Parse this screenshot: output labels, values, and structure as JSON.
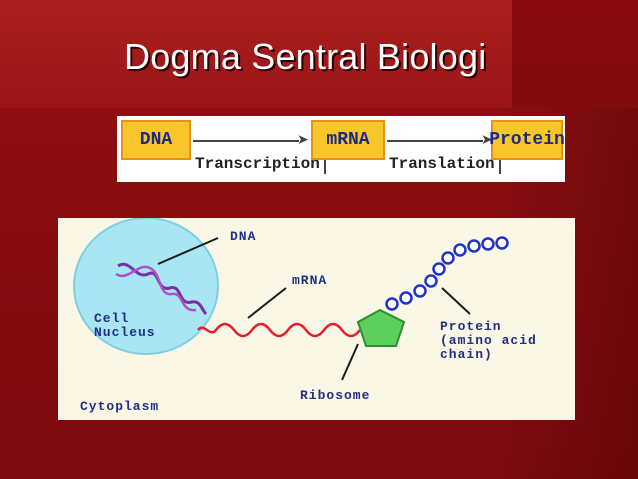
{
  "slide": {
    "title": "Dogma Sentral Biologi"
  },
  "flow": {
    "stage_1": "DNA",
    "process_1": "Transcription",
    "stage_2": "mRNA",
    "process_2": "Translation",
    "stage_3": "Protein"
  },
  "diagram": {
    "dna_label": "DNA",
    "mrna_label": "mRNA",
    "nucleus_label_line1": "Cell",
    "nucleus_label_line2": "Nucleus",
    "protein_label_line1": "Protein",
    "protein_label_line2": "(amino acid",
    "protein_label_line3": "chain)",
    "ribosome_label": "Ribosome",
    "cytoplasm_label": "Cytoplasm"
  },
  "colors": {
    "background": "#8b0d10",
    "nucleus_fill": "#a7e6f2",
    "dna_strand": "#7a2fa6",
    "mrna_strand": "#e81e2b",
    "ribosome": "#5ccf5c",
    "amino_acid": "#1f33c7",
    "label_text": "#1f2f86"
  }
}
